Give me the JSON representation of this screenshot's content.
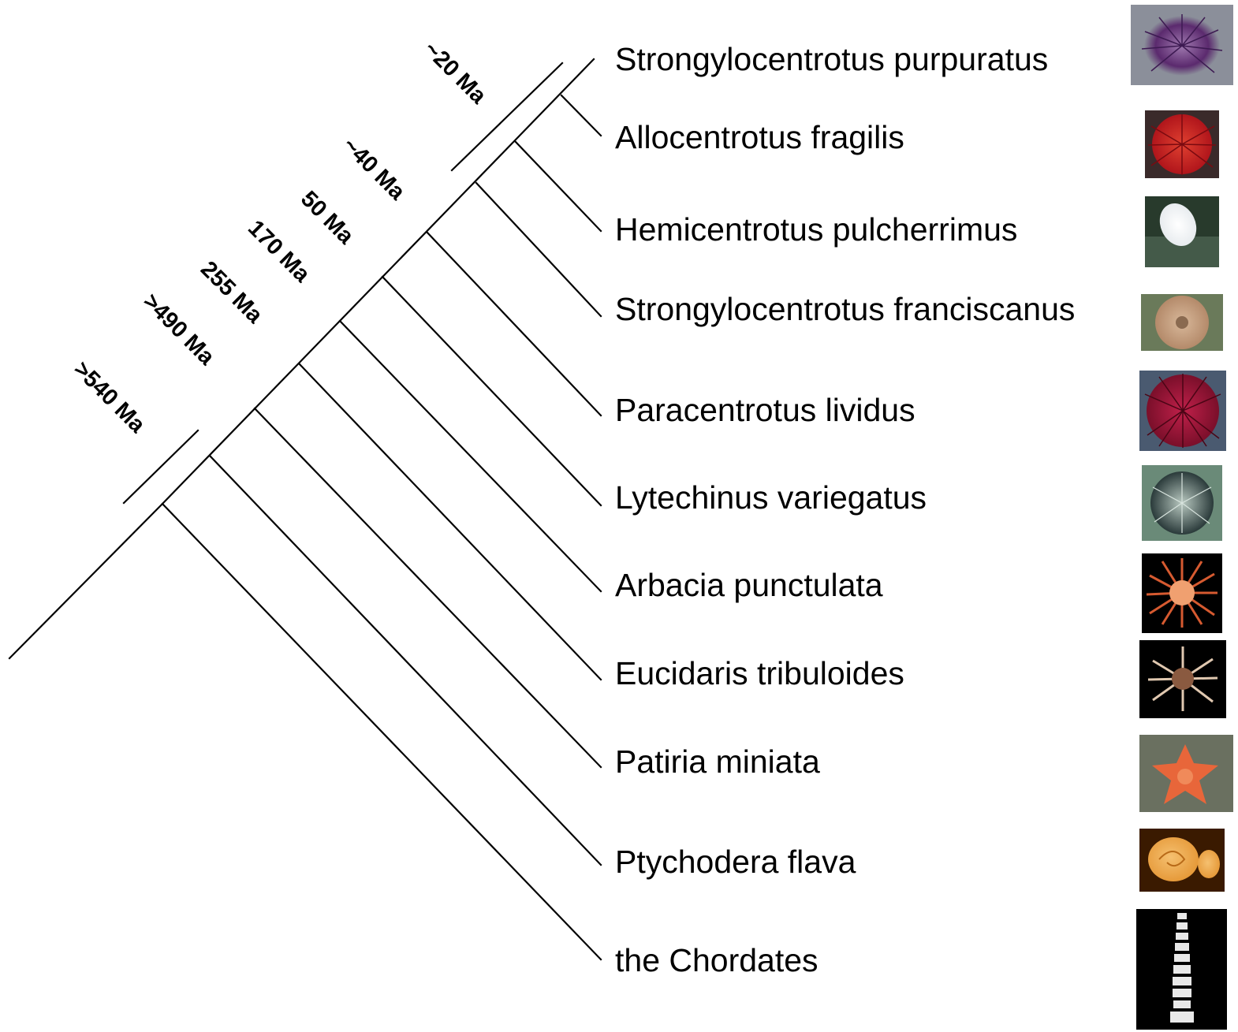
{
  "phylogeny": {
    "time_labels": [
      "~20 Ma",
      "~40 Ma",
      "50 Ma",
      "170 Ma",
      "255 Ma",
      ">490 Ma",
      ">540 Ma"
    ],
    "taxa": [
      {
        "name": "Strongylocentrotus purpuratus",
        "photo_icon": "purple-sea-urchin-photo-icon",
        "colors": [
          "#5b2a6e",
          "#a07ab0",
          "#8b8f9a"
        ]
      },
      {
        "name": "Allocentrotus fragilis",
        "photo_icon": "red-sea-urchin-photo-icon",
        "colors": [
          "#b0151b",
          "#e04030",
          "#3a2a2a"
        ]
      },
      {
        "name": "Hemicentrotus pulcherrimus",
        "photo_icon": "white-sea-urchin-photo-icon",
        "colors": [
          "#e8ecef",
          "#56705e",
          "#283a2c"
        ]
      },
      {
        "name": "Strongylocentrotus franciscanus",
        "photo_icon": "tan-sea-urchin-photo-icon",
        "colors": [
          "#b48a6a",
          "#d8b89a",
          "#6a7a5a"
        ]
      },
      {
        "name": "Paracentrotus lividus",
        "photo_icon": "dark-red-sea-urchin-photo-icon",
        "colors": [
          "#7a0f2a",
          "#c0204a",
          "#4a5a70"
        ]
      },
      {
        "name": "Lytechinus variegatus",
        "photo_icon": "green-sea-urchin-photo-icon",
        "colors": [
          "#2a3a3a",
          "#b8c8c0",
          "#6a8a78"
        ]
      },
      {
        "name": "Arbacia punctulata",
        "photo_icon": "orange-spiky-urchin-photo-icon",
        "colors": [
          "#d65a30",
          "#f0a070",
          "#000000"
        ]
      },
      {
        "name": "Eucidaris tribuloides",
        "photo_icon": "pencil-urchin-photo-icon",
        "colors": [
          "#e0c8b0",
          "#8a5a40",
          "#000000"
        ]
      },
      {
        "name": "Patiria miniata",
        "photo_icon": "orange-sea-star-photo-icon",
        "colors": [
          "#e8663a",
          "#f08a5a",
          "#6a7060"
        ]
      },
      {
        "name": "Ptychodera flava",
        "photo_icon": "acorn-worm-photo-icon",
        "colors": [
          "#e69a3a",
          "#f5c070",
          "#3a1a00"
        ]
      },
      {
        "name": "the Chordates",
        "photo_icon": "spine-xray-photo-icon",
        "colors": [
          "#e8e8e8",
          "#8a8a8a",
          "#000000"
        ]
      }
    ]
  }
}
